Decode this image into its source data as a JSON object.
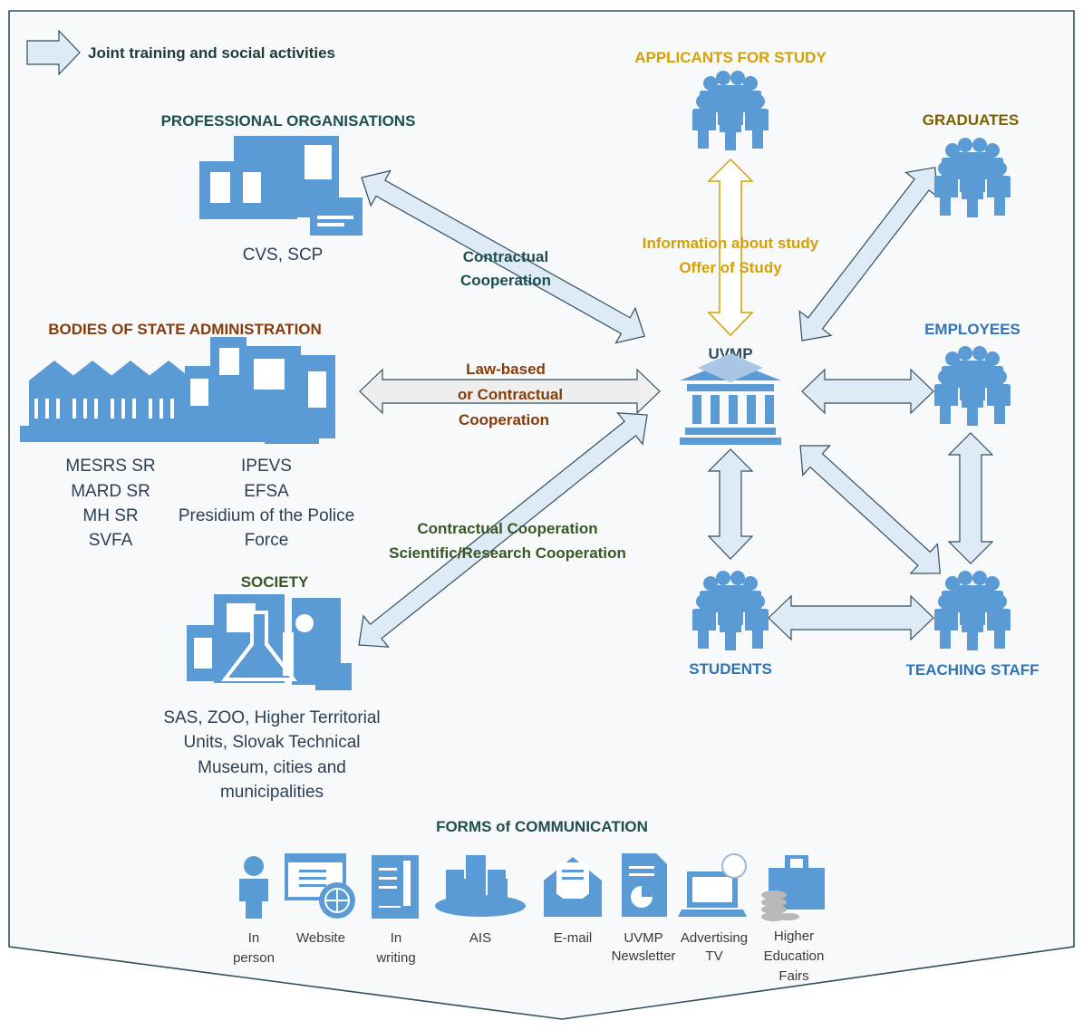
{
  "legend": {
    "label": "Joint training and social activities"
  },
  "nodes": {
    "professional": {
      "title": "PROFESSIONAL ORGANISATIONS",
      "members": [
        "CVS, SCP"
      ]
    },
    "state": {
      "title": "BODIES OF STATE ADMINISTRATION",
      "members_left": [
        "MESRS SR",
        "MARD SR",
        "MH SR",
        "SVFA"
      ],
      "members_right": [
        "IPEVS",
        "EFSA",
        "Presidium of the Police",
        "Force"
      ]
    },
    "society": {
      "title": "SOCIETY",
      "members": [
        "SAS, ZOO, Higher Territorial",
        "Units, Slovak Technical",
        "Museum, cities and",
        "municipalities"
      ]
    },
    "applicants": {
      "title": "APPLICANTS FOR STUDY"
    },
    "graduates": {
      "title": "GRADUATES"
    },
    "uvmp": {
      "title": "UVMP"
    },
    "employees": {
      "title": "EMPLOYEES"
    },
    "students": {
      "title": "STUDENTS"
    },
    "teaching": {
      "title": "TEACHING STAFF"
    }
  },
  "relations": {
    "contractual": [
      "Contractual",
      "Cooperation"
    ],
    "law": [
      "Law-based",
      "or Contractual",
      "Cooperation"
    ],
    "society": [
      "Contractual Cooperation",
      "Scientific/Research Cooperation"
    ],
    "study": [
      "Information about study",
      "Offer of Study"
    ]
  },
  "communication": {
    "title": "FORMS of COMMUNICATION",
    "forms": [
      {
        "icon": "person-icon",
        "label": [
          "In",
          "person"
        ]
      },
      {
        "icon": "website-icon",
        "label": [
          "Website"
        ]
      },
      {
        "icon": "writing-icon",
        "label": [
          "In",
          "writing"
        ]
      },
      {
        "icon": "ais-icon",
        "label": [
          "AIS"
        ]
      },
      {
        "icon": "email-icon",
        "label": [
          "E-mail"
        ]
      },
      {
        "icon": "newsletter-icon",
        "label": [
          "UVMP",
          "Newsletter"
        ]
      },
      {
        "icon": "tv-icon",
        "label": [
          "Advertising",
          "TV"
        ]
      },
      {
        "icon": "fairs-icon",
        "label": [
          "Higher",
          "Education",
          "Fairs"
        ]
      }
    ]
  },
  "colors": {
    "professional": "#1f4e4e",
    "state": "#843c0c",
    "society": "#385723",
    "applicants": "#bf9000",
    "graduates": "#7f6000",
    "blue": "#2e75b6",
    "border": "#2f4f5f",
    "arrow_fill": "#deebf7",
    "icon": "#5b9bd5"
  }
}
